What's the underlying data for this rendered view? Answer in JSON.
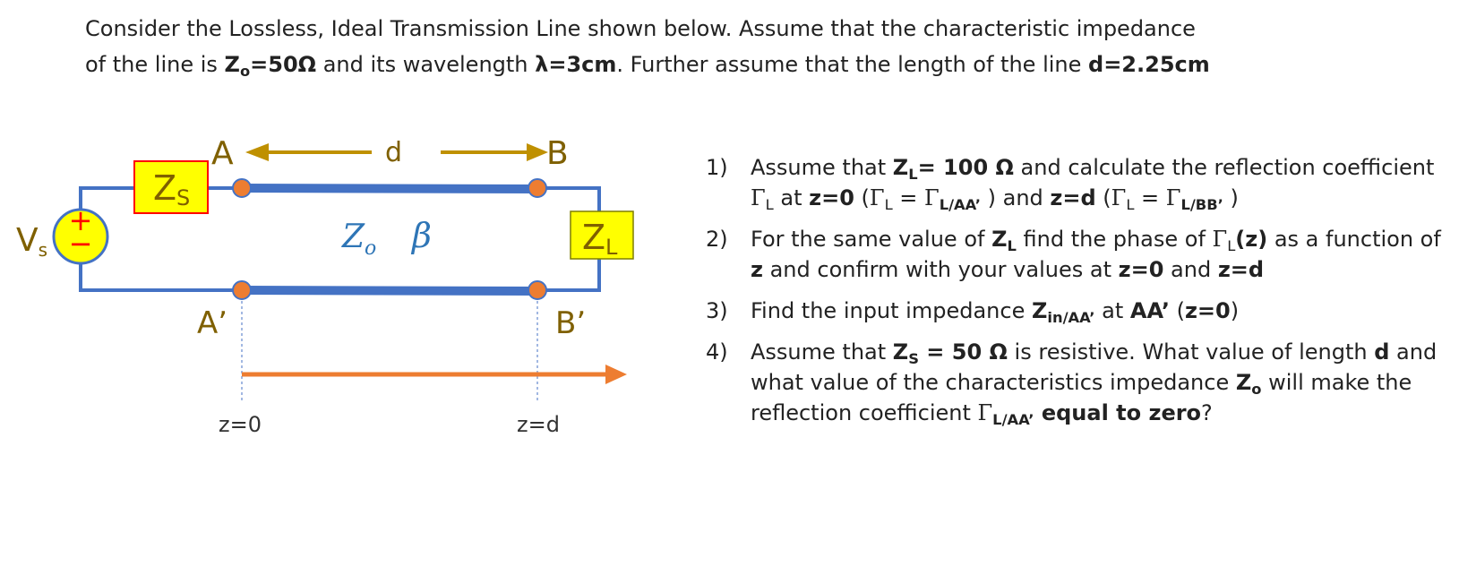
{
  "intro": {
    "line1": "Consider the Lossless, Ideal Transmission Line shown below. Assume that the characteristic impedance",
    "line2_pre": "of the line is ",
    "z0_label": "Z",
    "z0_sub": "o",
    "z0_value": "=50Ω",
    "mid": " and its wavelength ",
    "lambda": "λ=3cm",
    "mid2": ". Further assume that the length of the line ",
    "d_value": "d=2.25cm"
  },
  "diagram": {
    "label_A": "A",
    "label_B": "B",
    "label_A_prime": "A’",
    "label_B_prime": "B’",
    "label_d": "d",
    "zs": "Z",
    "zs_sub": "S",
    "zl": "Z",
    "zl_sub": "L",
    "vs": "V",
    "vs_sub": "s",
    "plus": "+",
    "minus": "−",
    "line_z": "Z",
    "line_z_sub": "o",
    "beta": "β",
    "z0_axis": "z=0",
    "zd_axis": "z=d",
    "colors": {
      "wire": "#4472c4",
      "terminal": "#ed7d31",
      "label_brown": "#7f6000",
      "arrow_gold": "#bf9000",
      "zs_box_fill": "#ffff00",
      "zs_box_stroke": "#ff0000",
      "zl_box_stroke": "#7f7f00",
      "source_fill": "#ffff00",
      "blue_text": "#2e75b6",
      "axis_arrow": "#ed7d31"
    }
  },
  "questions": [
    {
      "num": "1)",
      "a": "Assume that ",
      "b": "Z",
      "b_sub": "L",
      "c": "= 100 Ω",
      "d": " and calculate the reflection coefficient ",
      "e": "Γ",
      "e_sub": "L",
      "f": " at ",
      "g": "z=0",
      "h": " (",
      "i": "Γ",
      "i_sub": "L",
      "j": " = ",
      "k": "Γ",
      "k_sub": "L/AA’",
      "l": " )  and ",
      "m": "z=d",
      "n": " (",
      "o": "Γ",
      "o_sub": "L",
      "p": " = ",
      "q": "Γ",
      "q_sub": "L/BB’",
      "r": " )"
    },
    {
      "num": "2)",
      "a": "For the same value of ",
      "b": "Z",
      "b_sub": "L",
      "c": " find the phase of ",
      "d": "Γ",
      "d_sub": "L",
      "e": "(z)",
      "f": " as a function of ",
      "g": "z",
      "h": " and confirm with your values at ",
      "i": "z=0",
      "j": " and ",
      "k": "z=d"
    },
    {
      "num": "3)",
      "a": "Find the input impedance ",
      "b": "Z",
      "b_sub": "in/AA’",
      "c": "  at ",
      "d": "AA’",
      "e": "  (",
      "f": "z=0",
      "g": ")"
    },
    {
      "num": "4)",
      "a": "Assume that ",
      "b": "Z",
      "b_sub": "S",
      "c": " = 50 Ω",
      "d": " is resistive. What value of length ",
      "e": "d",
      "f": " and what value of the characteristics impedance ",
      "g": "Z",
      "g_sub": "o",
      "h": "  will make the reflection coefficient ",
      "i": "Γ",
      "i_sub": "L/AA’",
      "j": " equal to zero",
      "k": "?"
    }
  ]
}
